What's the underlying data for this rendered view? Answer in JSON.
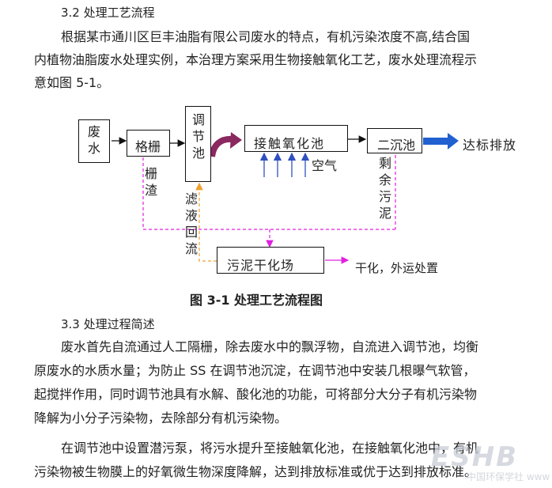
{
  "section_32": {
    "heading": "3.2 处理工艺流程",
    "para_lines": [
      "根据某市通川区巨丰油脂有限公司废水的特点，有机污染浓度不高,结合国",
      "内植物油脂废水处理实例，本治理方案采用生物接触氧化工艺，废水处理流程示",
      "意如图 5-1。"
    ]
  },
  "diagram": {
    "wastewater": "废水",
    "screen": "格栅",
    "equalization": "调节池",
    "contact_oxidation": "接触氧化池",
    "sedimentation": "二沉池",
    "discharge": "达标排放",
    "air": "空气",
    "screenings": "栅渣",
    "filtrate_return": "滤液回流",
    "excess_sludge": "剩余污泥",
    "sludge_drying": "污泥干化场",
    "dried_disposal": "干化，外运处置",
    "caption": "图 3-1   处理工艺流程图"
  },
  "section_33": {
    "heading": "3.3 处理过程简述",
    "para1_lines": [
      "废水首先自流通过人工隔栅，除去废水中的飘浮物，自流进入调节池，均衡",
      "原废水的水质水量；为防止 SS 在调节池沉淀，在调节池中安装几根曝气软管，",
      "起搅拌作用，同时调节池具有水解、酸化池的功能，可将部分大分子有机污染物",
      "降解为小分子污染物，去除部分有机污染物。"
    ],
    "para2_lines": [
      "在调节池中设置潜污泵，将污水提升至接触氧化池，在接触氧化池中，有机",
      "污染物被生物膜上的好氧微生物深度降解，达到排放标准或优于达到排放标准。"
    ]
  },
  "watermark": {
    "logo": "ESHB",
    "site": "中国环保学社 www"
  },
  "colors": {
    "flow_arrow": "#111111",
    "return_line": "#e020e0",
    "filtrate_line": "#f0a030",
    "air_arrow": "#3050c0",
    "discharge_arrow": "#2060d0",
    "pump_arrow": "#8a2860"
  }
}
